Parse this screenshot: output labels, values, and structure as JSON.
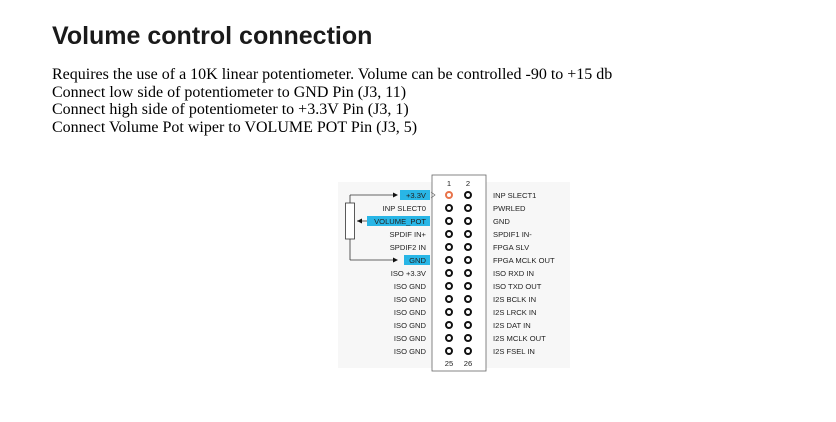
{
  "title": "Volume control connection",
  "paragraphs": [
    "Requires the use of a 10K linear potentiometer. Volume can be controlled -90 to +15 db",
    "Connect low side of potentiometer to GND Pin (J3, 11)",
    "Connect high side of potentiometer to +3.3V Pin (J3, 1)",
    "Connect Volume Pot wiper to VOLUME POT Pin (J3, 5)"
  ],
  "header_diagram": {
    "top_pin_numbers": [
      "1",
      "2"
    ],
    "bottom_pin_numbers": [
      "25",
      "26"
    ],
    "highlight_color": "#29b6e6",
    "pin1_color": "#e8734a",
    "left_labels": [
      "+3.3V",
      "INP SLECT0",
      "VOLUME_POT",
      "SPDIF IN+",
      "SPDIF2 IN",
      "GND",
      "ISO +3.3V",
      "ISO GND",
      "ISO GND",
      "ISO GND",
      "ISO GND",
      "ISO GND",
      "ISO GND"
    ],
    "right_labels": [
      "INP SLECT1",
      "PWRLED",
      "GND",
      "SPDIF1 IN-",
      "FPGA SLV",
      "FPGA MCLK OUT",
      "ISO RXD IN",
      "ISO TXD OUT",
      "I2S BCLK IN",
      "I2S LRCK IN",
      "I2S DAT IN",
      "I2S MCLK OUT",
      "I2S FSEL IN"
    ],
    "highlighted_left": [
      "+3.3V",
      "VOLUME_POT",
      "GND"
    ]
  }
}
